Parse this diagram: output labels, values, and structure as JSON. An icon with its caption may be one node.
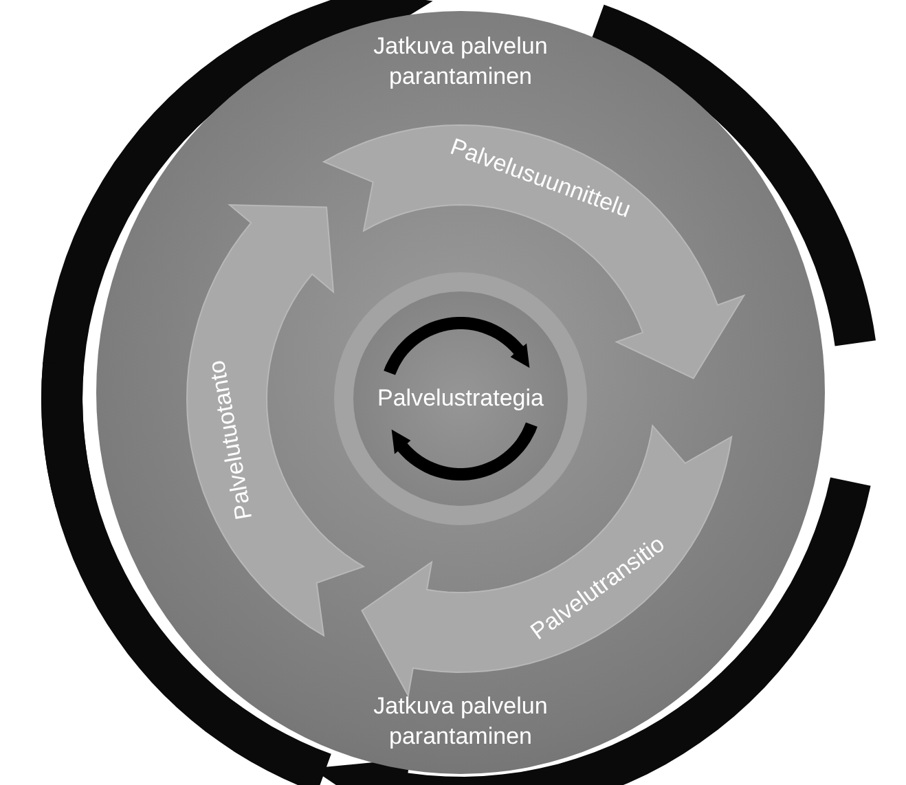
{
  "diagram": {
    "nodes": [
      {
        "text": [
          "Jatkuva palvelun parantaminen",
          "Jatkuva palvelun parantaminen"
        ]
      },
      {
        "text": [
          "Palvelusuunnittelu"
        ],
        "in": 0
      },
      {
        "text": [
          "Palvelutuotanto"
        ],
        "in": 0
      },
      {
        "text": [
          "Palvelustrategia"
        ],
        "in": 0
      },
      {
        "text": [
          "Palvelutransitio"
        ],
        "in": 0
      }
    ]
  }
}
